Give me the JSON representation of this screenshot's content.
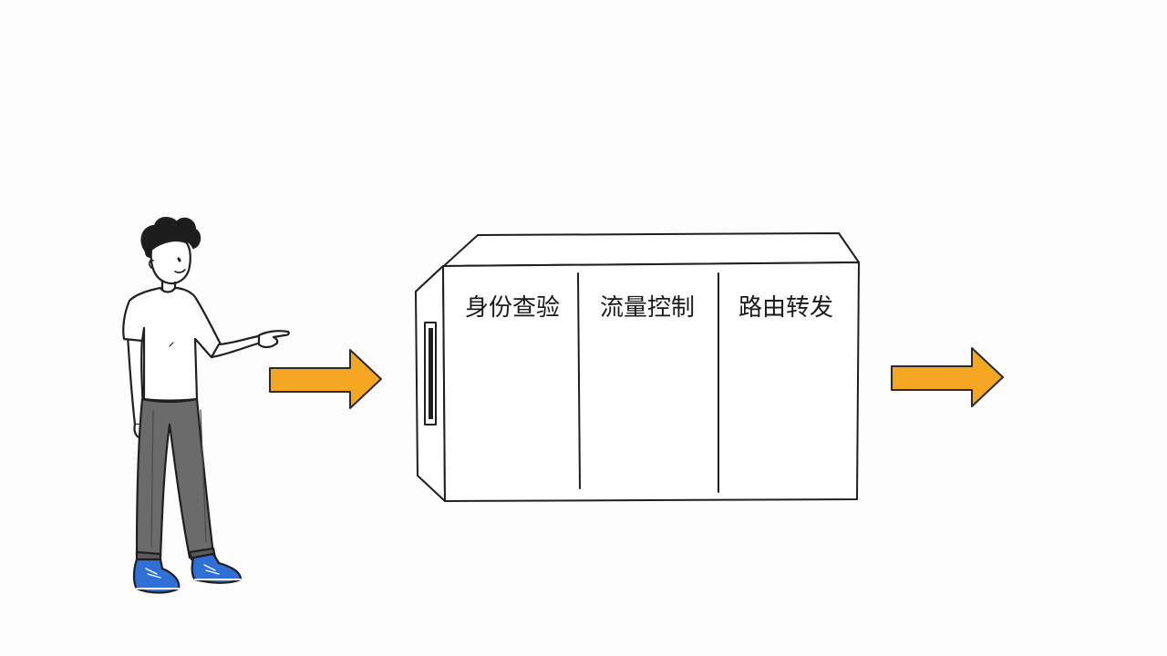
{
  "diagram": {
    "sections": [
      {
        "label": "身份查验"
      },
      {
        "label": "流量控制"
      },
      {
        "label": "路由转发"
      }
    ],
    "colors": {
      "arrow": "#f5a623",
      "arrow_stroke": "#2a2a2a",
      "shirt": "#ffffff",
      "pants": "#6b6b6b",
      "shoes": "#2f6fd6",
      "line": "#1f1f1f",
      "background": "#fdfdfd"
    },
    "icons": [
      "person-figure",
      "input-arrow",
      "gateway-box",
      "output-arrow"
    ]
  }
}
